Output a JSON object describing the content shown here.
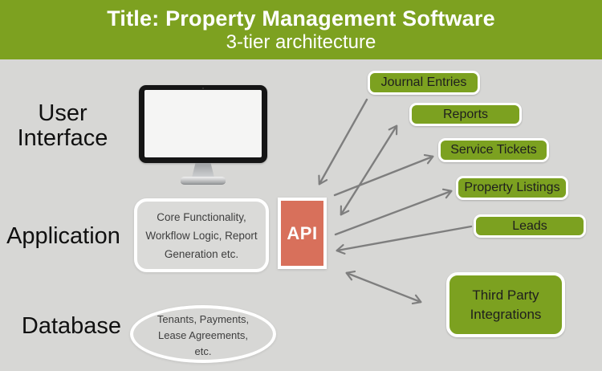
{
  "header": {
    "title": "Title: Property Management Software",
    "subtitle": "3-tier architecture"
  },
  "tiers": {
    "user_interface": "User Interface",
    "application": "Application",
    "database": "Database"
  },
  "application_box": {
    "lines": [
      "Core Functionality,",
      "Workflow Logic, Report",
      "Generation etc."
    ]
  },
  "api": {
    "label": "API"
  },
  "modules": {
    "journal_entries": "Journal Entries",
    "reports": "Reports",
    "service_tickets": "Service Tickets",
    "property_listings": "Property Listings",
    "leads": "Leads",
    "third_party": {
      "lines": [
        "Third Party",
        "Integrations"
      ]
    }
  },
  "database_ellipse": {
    "lines": [
      "Tenants, Payments,",
      "Lease Agreements,",
      "etc."
    ]
  },
  "connections": [
    {
      "from": "API",
      "to": "Journal Entries"
    },
    {
      "from": "API",
      "to": "Reports"
    },
    {
      "from": "API",
      "to": "Service Tickets"
    },
    {
      "from": "API",
      "to": "Property Listings"
    },
    {
      "from": "API",
      "to": "Leads"
    },
    {
      "from": "API",
      "to": "Third Party Integrations"
    }
  ],
  "colors": {
    "header_green": "#7da120",
    "module_green": "#7ca120",
    "api_red": "#d8705b",
    "background_gray": "#d7d7d5",
    "arrow_gray": "#7e7e7e",
    "border_white": "#ffffff"
  }
}
